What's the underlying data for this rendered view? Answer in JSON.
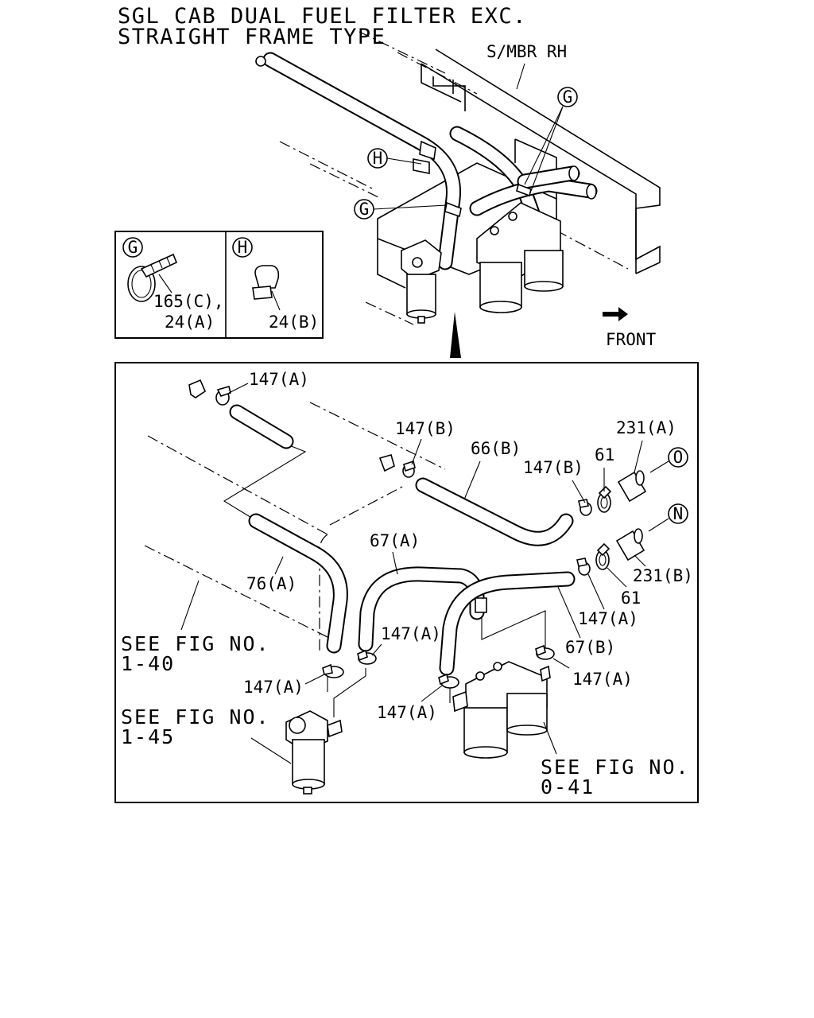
{
  "title": {
    "line1": "SGL CAB DUAL FUEL FILTER EXC.",
    "line2": "STRAIGHT FRAME TYPE"
  },
  "top": {
    "member_label": "S/MBR RH",
    "callout_g": "G",
    "callout_h": "H",
    "front_label": "FRONT"
  },
  "inset": {
    "g_letter": "G",
    "g_label1": "165(C),",
    "g_label2": "24(A)",
    "h_letter": "H",
    "h_label": "24(B)"
  },
  "detail": {
    "labels": {
      "p147a_top": "147(A)",
      "p147b_mid": "147(B)",
      "p66b": "66(B)",
      "p147b_right": "147(B)",
      "p61_top": "61",
      "p231a": "231(A)",
      "ref_o": "O",
      "ref_n": "N",
      "p67a": "67(A)",
      "p76a": "76(A)",
      "p231b": "231(B)",
      "p61_bottom": "61",
      "p147a_right": "147(A)",
      "p147a_mid": "147(A)",
      "p67b": "67(B)",
      "p147a_left": "147(A)",
      "p147a_far_right": "147(A)",
      "p147a_bottom": "147(A)"
    },
    "see_fig": {
      "a_line1": "SEE FIG NO.",
      "a_line2": "1-40",
      "b_line1": "SEE FIG NO.",
      "b_line2": "1-45",
      "c_line1": "SEE FIG NO.",
      "c_line2": "0-41"
    }
  }
}
